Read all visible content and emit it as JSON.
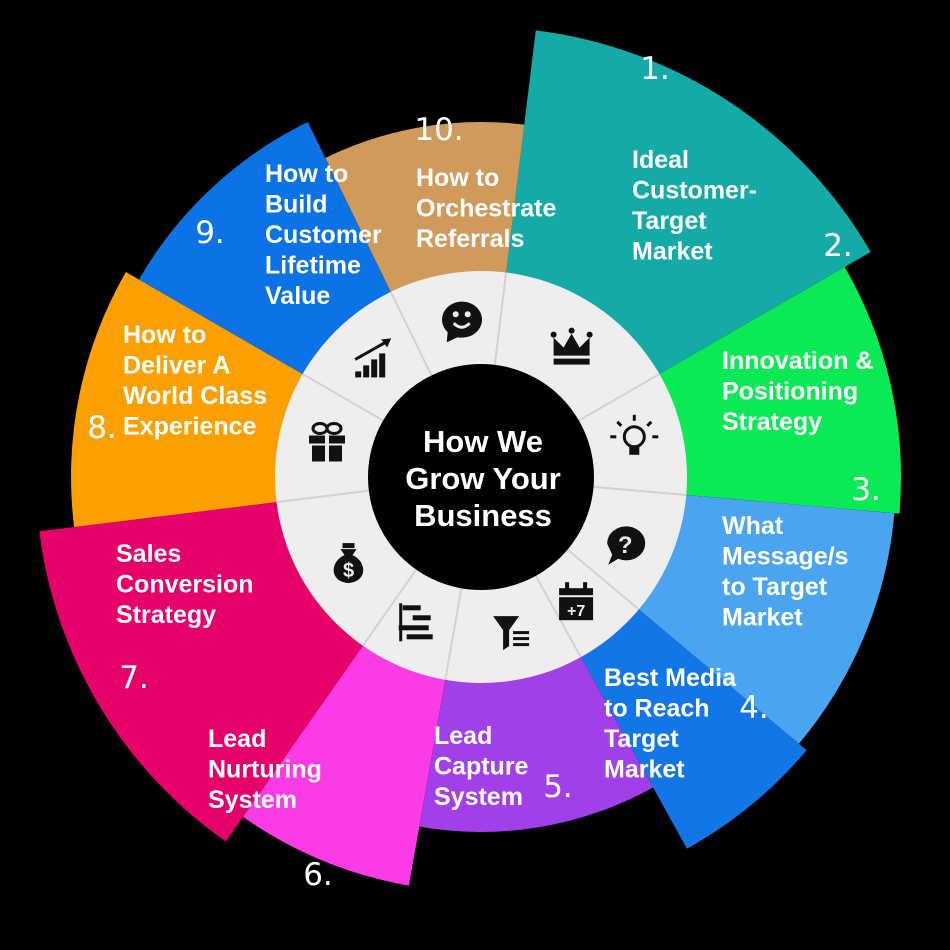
{
  "center": {
    "lines": [
      "How We",
      "Grow Your",
      "Business"
    ]
  },
  "segments": [
    {
      "number": "1.",
      "label_lines": [
        "Ideal",
        "Customer-",
        "Target",
        "Market"
      ],
      "color": "#14aaa8",
      "icon": "crown-icon"
    },
    {
      "number": "2.",
      "label_lines": [
        "Innovation &",
        "Positioning",
        "Strategy"
      ],
      "color": "#0bea55",
      "icon": "lightbulb-icon"
    },
    {
      "number": "3.",
      "label_lines": [
        "What",
        "Message/s",
        "to Target",
        "Market"
      ],
      "color": "#4aa4f0",
      "icon": "question-bubble-icon"
    },
    {
      "number": "4.",
      "label_lines": [
        "Best Media",
        "to Reach",
        "Target",
        "Market"
      ],
      "color": "#1376e6",
      "icon": "calendar-plus7-icon"
    },
    {
      "number": "5.",
      "label_lines": [
        "Lead",
        "Capture",
        "System"
      ],
      "color": "#a13fe8",
      "icon": "funnel-icon"
    },
    {
      "number": "6.",
      "label_lines": [
        "Lead",
        "Nurturing",
        "System"
      ],
      "color": "#fb3be8",
      "icon": "gantt-icon"
    },
    {
      "number": "7.",
      "label_lines": [
        "Sales",
        "Conversion",
        "Strategy"
      ],
      "color": "#e8006a",
      "icon": "money-bag-icon"
    },
    {
      "number": "8.",
      "label_lines": [
        "How to",
        "Deliver A",
        "World Class",
        "Experience"
      ],
      "color": "#fba000",
      "icon": "gift-icon"
    },
    {
      "number": "9.",
      "label_lines": [
        "How to",
        "Build",
        "Customer",
        "Lifetime",
        "Value"
      ],
      "color": "#0b73e5",
      "icon": "growth-chart-icon"
    },
    {
      "number": "10.",
      "label_lines": [
        "How to",
        "Orchestrate",
        "Referrals"
      ],
      "color": "#cf9a5a",
      "icon": "smiley-bubble-icon"
    }
  ],
  "colors": {
    "background": "#000000",
    "hub_ring": "#eeeeee",
    "hub_center": "#000000",
    "text": "#ffffff"
  }
}
